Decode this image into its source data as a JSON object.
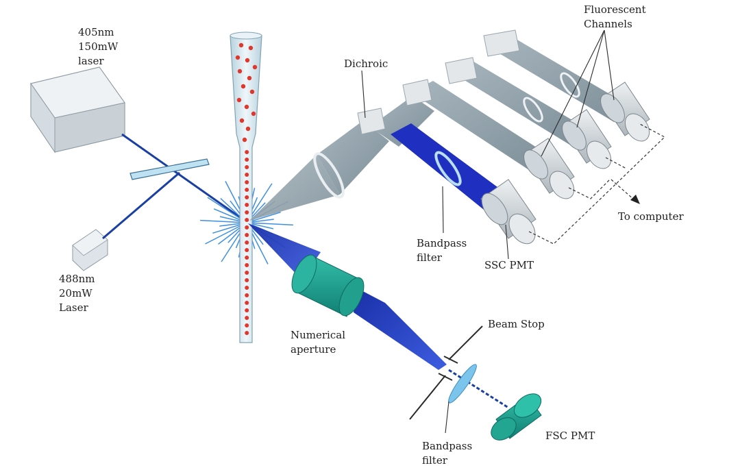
{
  "labels": {
    "laser_405": [
      "405nm",
      "150mW",
      "laser"
    ],
    "laser_488": [
      "488nm",
      "20mW",
      "Laser"
    ],
    "dichroic": "Dichroic",
    "fluorescent_channels": [
      "Fluorescent",
      "Channels"
    ],
    "to_computer": "To computer",
    "bandpass_filter_side": [
      "Bandpass",
      "filter"
    ],
    "ssc_pmt": "SSC PMT",
    "numerical_aperture": [
      "Numerical",
      "aperture"
    ],
    "beam_stop": "Beam Stop",
    "bandpass_filter_forward": [
      "Bandpass",
      "filter"
    ],
    "fsc_pmt": "FSC PMT"
  },
  "colors": {
    "laser_beam": "#1a3fa3",
    "cell": "#e0362b",
    "flow_cell": "#cfe3ee",
    "scatter_ray": "#3d8fe3",
    "light_path_grey": "#93a3ad",
    "ssc_path_blue": "#1f2fc0",
    "pmt_body": "#d8dde1",
    "lens_teal": "#1ea394",
    "filter_blue": "#7bc4ec",
    "dichroic_glass": "#dfe3e6",
    "laser_housing": "#e3e8ec",
    "text": "#1e1e1e"
  }
}
